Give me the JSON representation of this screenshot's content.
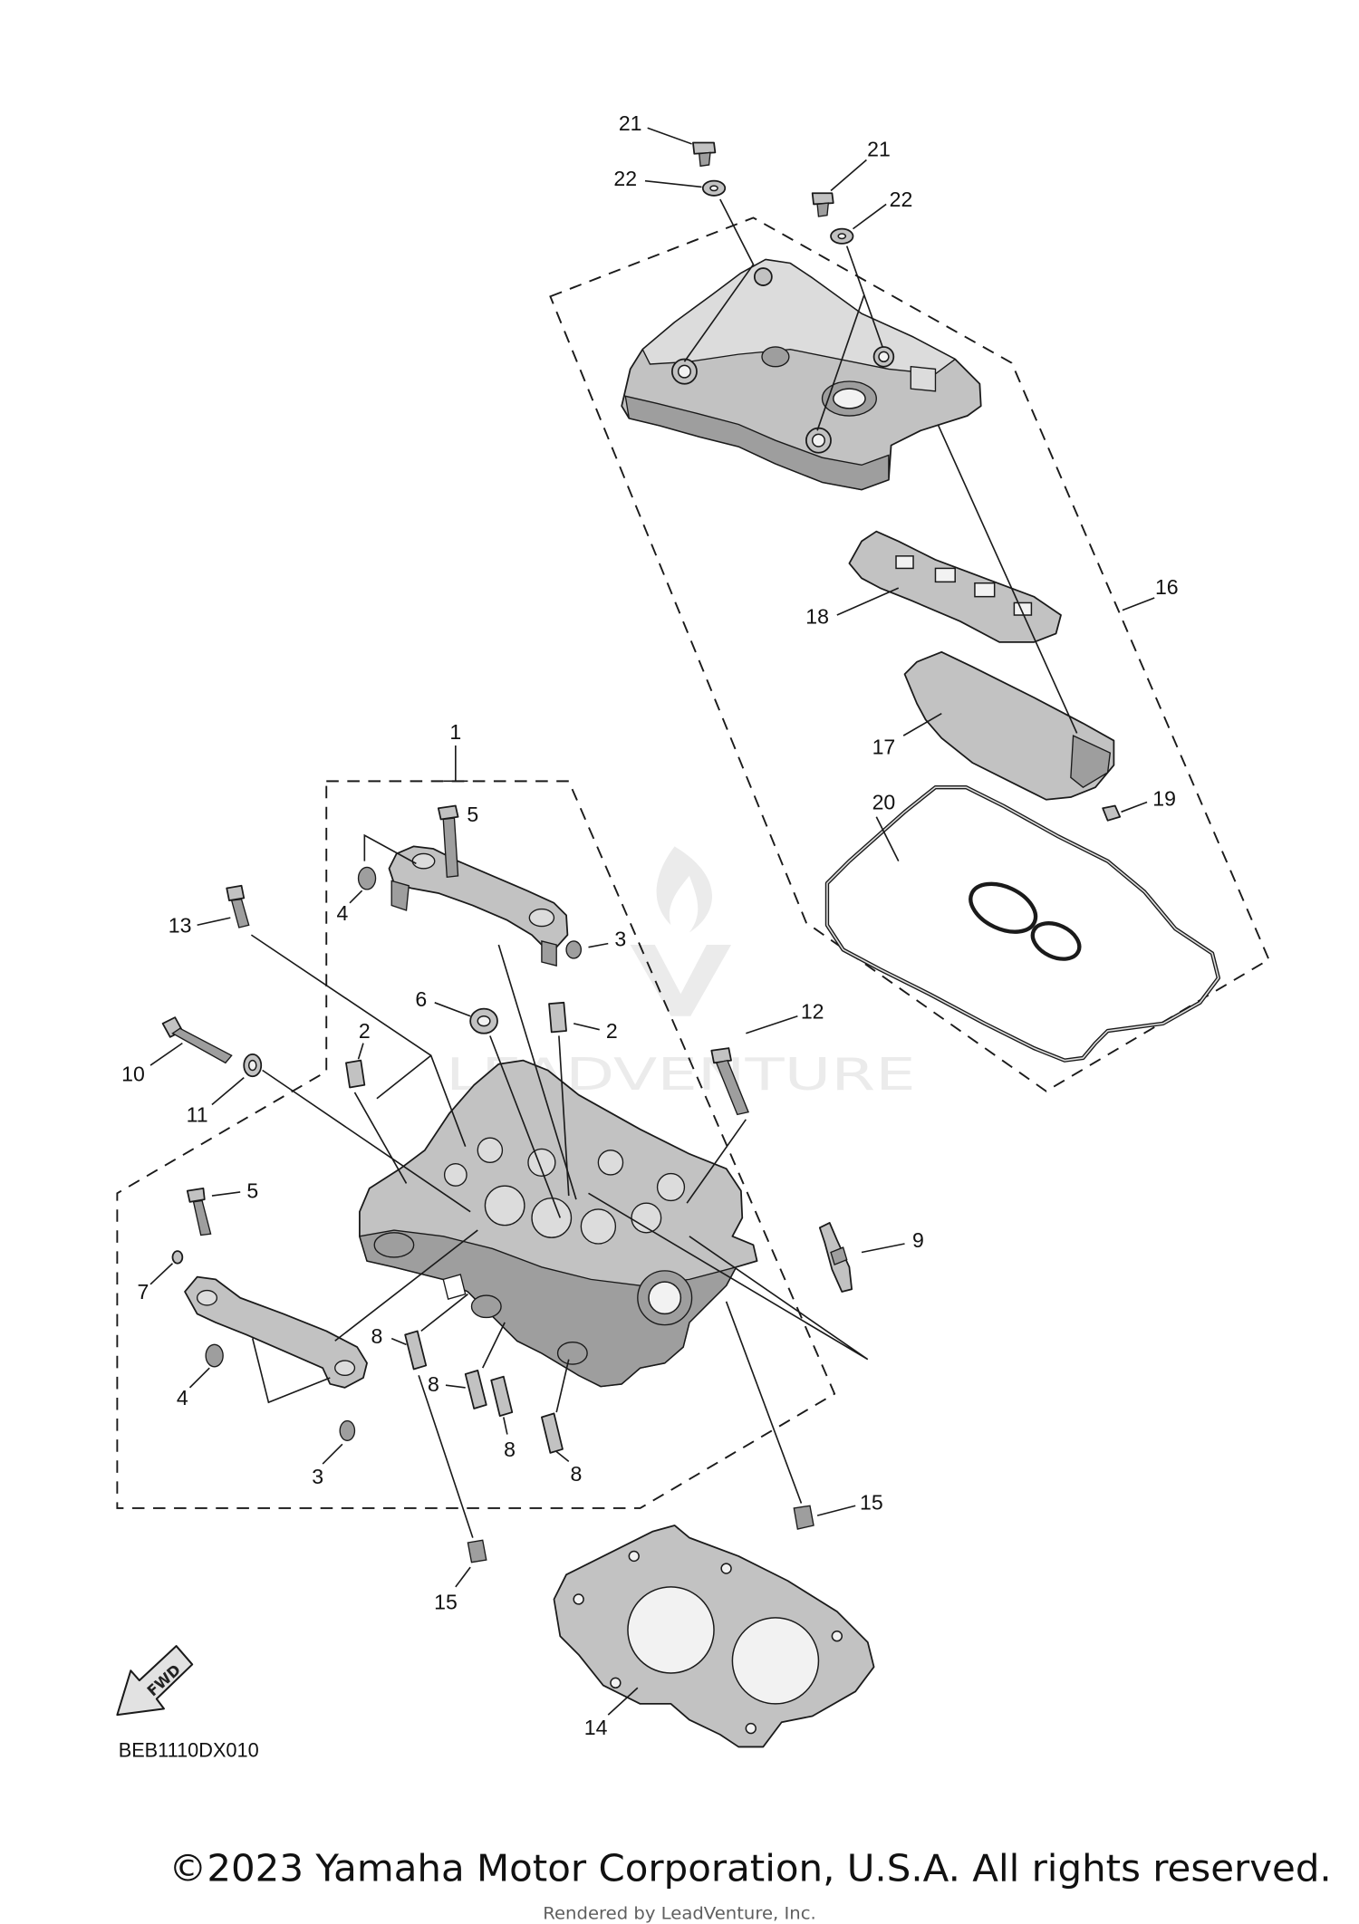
{
  "diagram": {
    "callouts": [
      "21",
      "22",
      "21",
      "22",
      "16",
      "18",
      "17",
      "20",
      "19",
      "1",
      "5",
      "4",
      "13",
      "3",
      "6",
      "2",
      "12",
      "2",
      "10",
      "11",
      "5",
      "7",
      "9",
      "8",
      "4",
      "8",
      "8",
      "8",
      "3",
      "15",
      "15",
      "14"
    ],
    "fwd_label": "FWD",
    "diagram_code": "BEB1110DX010",
    "copyright": "©2023 Yamaha Motor Corporation, U.S.A. All rights reserved.",
    "rendered_by": "Rendered by LeadVenture, Inc.",
    "watermark": "LEADVENTURE"
  },
  "colors": {
    "background": "#ffffff",
    "part_fill": "#c2c2c2",
    "part_shade": "#9e9e9e",
    "ink": "#1a1a1a",
    "watermark": "#ebebeb"
  }
}
